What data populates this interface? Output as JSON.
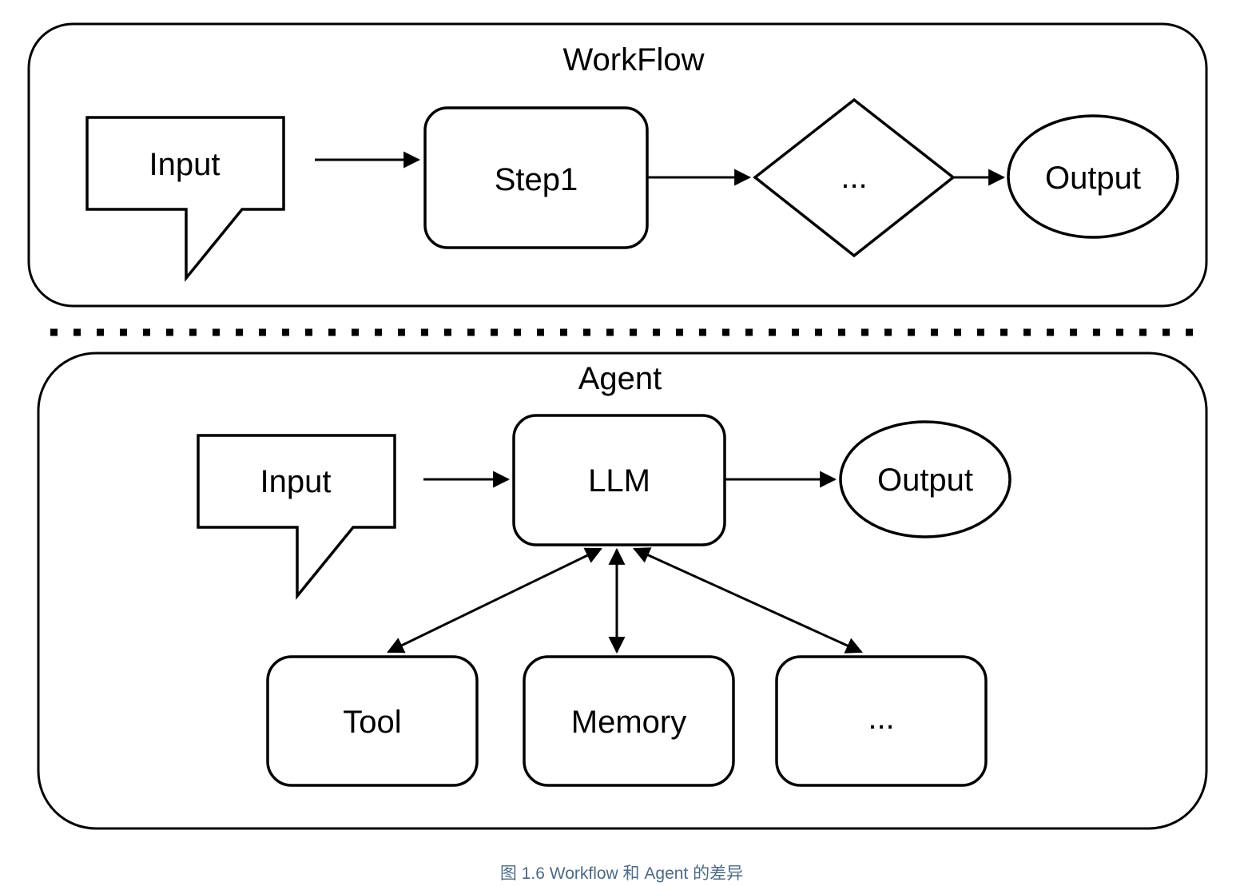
{
  "figure": {
    "workflow": {
      "title": "WorkFlow",
      "input_label": "Input",
      "step1_label": "Step1",
      "decision_label": "...",
      "output_label": "Output"
    },
    "agent": {
      "title": "Agent",
      "input_label": "Input",
      "llm_label": "LLM",
      "output_label": "Output",
      "tool_label": "Tool",
      "memory_label": "Memory",
      "more_label": "..."
    },
    "caption": {
      "text": "图 1.6 Workflow 和 Agent 的差异",
      "color": "#4e6a85"
    },
    "colors": {
      "stroke": "#000000",
      "background": "#ffffff"
    }
  }
}
